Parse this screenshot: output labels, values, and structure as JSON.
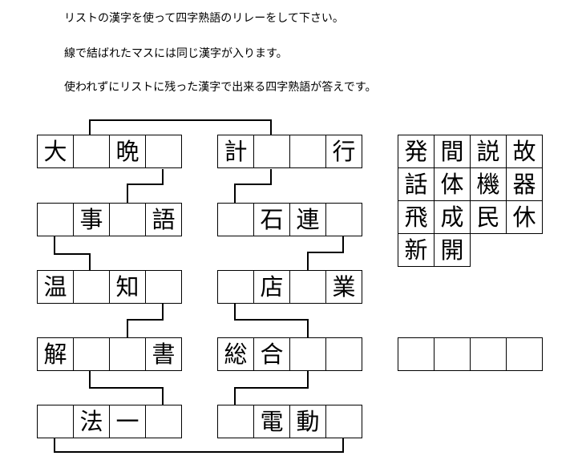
{
  "instructions": [
    "リストの漢字を使って四字熟語のリレーをして下さい。",
    "線で結ばれたマスには同じ漢字が入ります。",
    "使われずにリストに残った漢字で出来る四字熟語が答えです。"
  ],
  "puzzle": {
    "left_column": [
      [
        "大",
        "",
        "晩",
        ""
      ],
      [
        "",
        "事",
        "",
        "語"
      ],
      [
        "温",
        "",
        "知",
        ""
      ],
      [
        "解",
        "",
        "",
        "書"
      ],
      [
        "",
        "法",
        "一",
        ""
      ]
    ],
    "right_column": [
      [
        "計",
        "",
        "",
        "行"
      ],
      [
        "",
        "石",
        "連",
        ""
      ],
      [
        "",
        "店",
        "",
        "業"
      ],
      [
        "総",
        "合",
        "",
        ""
      ],
      [
        "",
        "電",
        "動",
        ""
      ]
    ]
  },
  "kanji_list": [
    "発",
    "間",
    "説",
    "故",
    "話",
    "体",
    "機",
    "器",
    "飛",
    "成",
    "民",
    "休",
    "新",
    "開"
  ],
  "answer": [
    "",
    "",
    "",
    ""
  ]
}
